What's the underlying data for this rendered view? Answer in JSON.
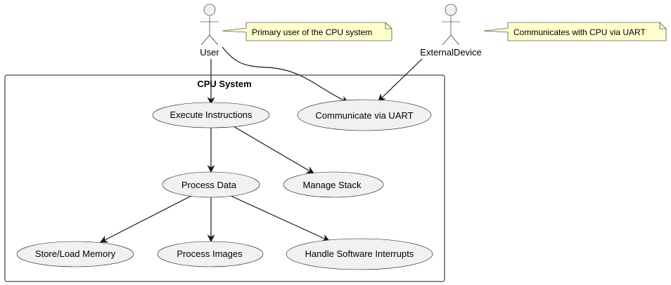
{
  "diagram": {
    "system": {
      "title": "CPU System"
    },
    "actors": {
      "user": {
        "name": "User"
      },
      "external_device": {
        "name": "ExternalDevice"
      }
    },
    "notes": {
      "user": "Primary user of the CPU system",
      "external_device": "Communicates with CPU via UART"
    },
    "use_cases": {
      "execute_instructions": "Execute Instructions",
      "communicate_uart": "Communicate via UART",
      "process_data": "Process Data",
      "manage_stack": "Manage Stack",
      "store_load_memory": "Store/Load Memory",
      "process_images": "Process Images",
      "handle_interrupts": "Handle Software Interrupts"
    },
    "relations": [
      {
        "from": "User",
        "to": "Execute Instructions"
      },
      {
        "from": "User",
        "to": "Communicate via UART"
      },
      {
        "from": "ExternalDevice",
        "to": "Communicate via UART"
      },
      {
        "from": "Execute Instructions",
        "to": "Process Data"
      },
      {
        "from": "Execute Instructions",
        "to": "Manage Stack"
      },
      {
        "from": "Process Data",
        "to": "Store/Load Memory"
      },
      {
        "from": "Process Data",
        "to": "Process Images"
      },
      {
        "from": "Process Data",
        "to": "Handle Software Interrupts"
      }
    ]
  }
}
